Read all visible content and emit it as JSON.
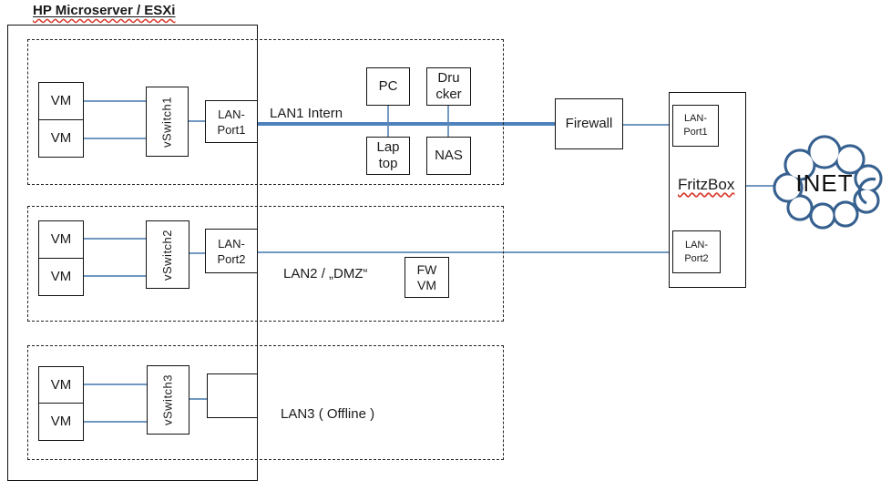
{
  "title": "HP Microserver / ESXi",
  "esxi_groups": [
    {
      "vm1": "VM",
      "vm2": "VM",
      "vswitch": "vSwitch1",
      "port_lines": [
        "LAN-",
        "Port1"
      ]
    },
    {
      "vm1": "VM",
      "vm2": "VM",
      "vswitch": "vSwitch2",
      "port_lines": [
        "LAN-",
        "Port2"
      ]
    },
    {
      "vm1": "VM",
      "vm2": "VM",
      "vswitch": "vSwitch3"
    }
  ],
  "network_labels": {
    "lan1": "LAN1 Intern",
    "lan2": "LAN2 / „DMZ“",
    "lan3": "LAN3 ( Offline )"
  },
  "lan1_devices": {
    "pc": "PC",
    "drucker_lines": [
      "Dru",
      "cker"
    ],
    "laptop_lines": [
      "Lap",
      "top"
    ],
    "nas": "NAS"
  },
  "lan2_devices": {
    "fw_vm_lines": [
      "FW",
      "VM"
    ]
  },
  "firewall": "Firewall",
  "fritzbox": {
    "label": "FritzBox",
    "port1_lines": [
      "LAN-",
      "Port1"
    ],
    "port2_lines": [
      "LAN-",
      "Port2"
    ]
  },
  "inet": "INET",
  "colors": {
    "wire_thin": "#5b8ab8",
    "wire_thick": "#4f81bd",
    "cloud_stroke": "#36608f",
    "spellcheck_underline": "#d8392b",
    "box_border": "#111111"
  }
}
